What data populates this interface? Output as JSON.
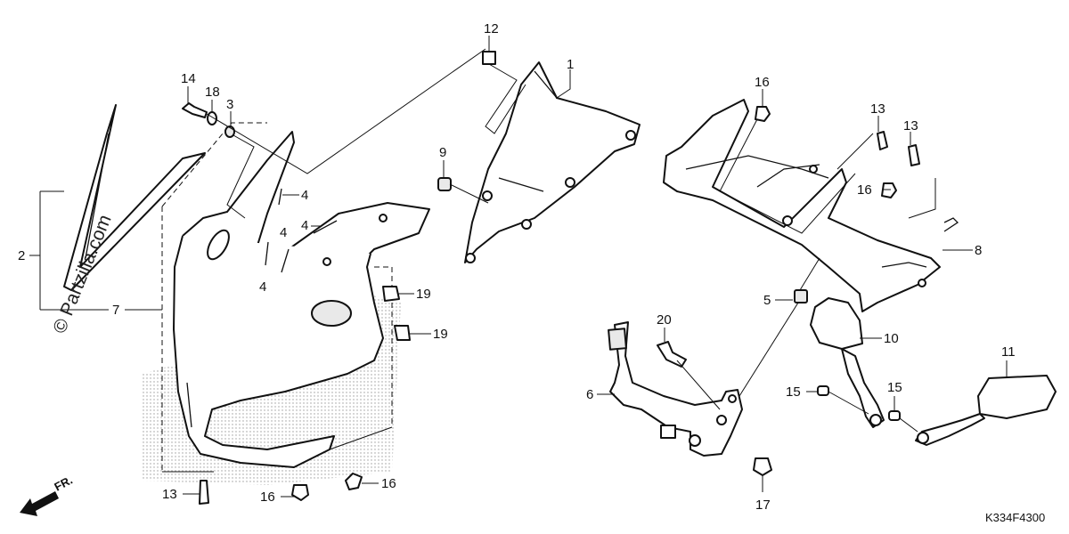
{
  "watermark": "© Partzilla.com",
  "diagram_code": "K334F4300",
  "direction_label": "FR.",
  "callouts": {
    "c1": "1",
    "c2": "2",
    "c3": "3",
    "c4a": "4",
    "c4b": "4",
    "c4c": "4",
    "c4d": "4",
    "c5": "5",
    "c6": "6",
    "c7": "7",
    "c8": "8",
    "c9": "9",
    "c10": "10",
    "c11": "11",
    "c12": "12",
    "c13a": "13",
    "c13b": "13",
    "c13c": "13",
    "c14": "14",
    "c15a": "15",
    "c15b": "15",
    "c16a": "16",
    "c16b": "16",
    "c16c": "16",
    "c16d": "16",
    "c17": "17",
    "c18": "18",
    "c19a": "19",
    "c19b": "19",
    "c20": "20"
  }
}
